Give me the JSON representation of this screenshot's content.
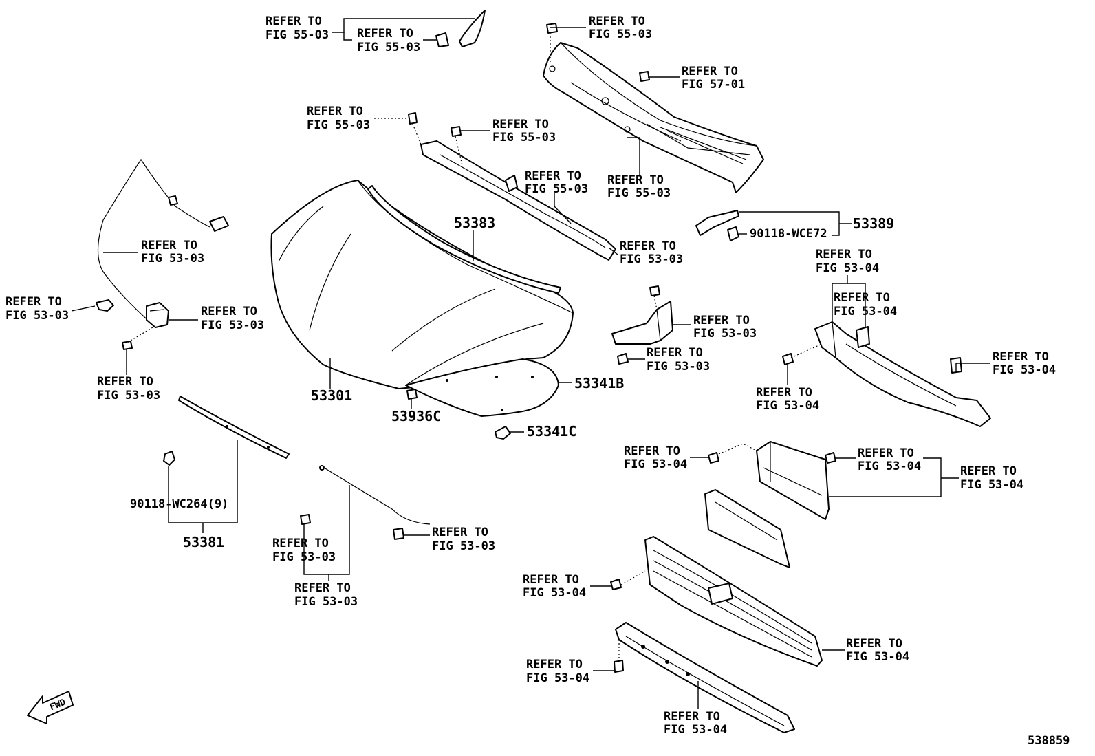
{
  "refer_to": "REFER TO",
  "fig": {
    "f5503": "FIG 55-03",
    "f5701": "FIG 57-01",
    "f5303": "FIG 53-03",
    "f5304": "FIG 53-04"
  },
  "part_numbers": {
    "p53383": "53383",
    "p53301": "53301",
    "p53341B": "53341B",
    "p53341C": "53341C",
    "p53936C": "53936C",
    "p53389": "53389",
    "p90118_WCE72": "90118-WCE72",
    "p90118_WC264": "90118-WC264(9)",
    "p53381": "53381"
  },
  "fwd_label": "FWD",
  "diagram_id": "538859"
}
